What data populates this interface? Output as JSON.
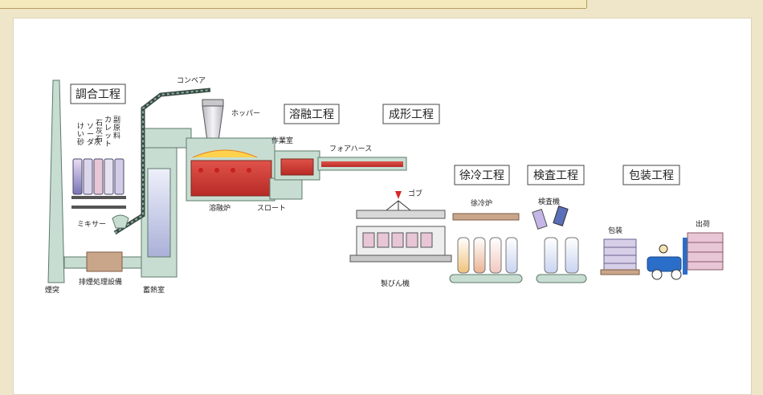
{
  "stages": {
    "blending": "調合工程",
    "melting": "溶融工程",
    "forming": "成形工程",
    "annealing": "徐冷工程",
    "inspection": "検査工程",
    "packing": "包装工程"
  },
  "labels": {
    "conveyor": "コンベア",
    "hopper": "ホッパー",
    "working_chamber": "作業室",
    "forehearth": "フォアハース",
    "gob": "ゴブ",
    "melting_furnace": "溶融炉",
    "throat": "スロート",
    "mixer": "ミキサー",
    "chimney": "煙突",
    "exhaust_treatment": "排煙処理設備",
    "regenerator": "蓄熱室",
    "bottle_making_machine": "製びん機",
    "annealing_lehr": "徐冷炉",
    "inspection_machine": "検査機",
    "packing": "包装",
    "shipping": "出荷"
  },
  "materials": [
    {
      "c0": "け",
      "c1": "い",
      "c2": "砂"
    },
    {
      "c0": "ソ",
      "c1": "ー",
      "c2": "ダ灰"
    },
    {
      "c0": "石",
      "c1": "灰",
      "c2": "石"
    },
    {
      "c0": "カ",
      "c1": "レ",
      "c2": "ッ",
      "c3": "ト"
    },
    {
      "c0": "副",
      "c1": "原",
      "c2": "料"
    }
  ]
}
